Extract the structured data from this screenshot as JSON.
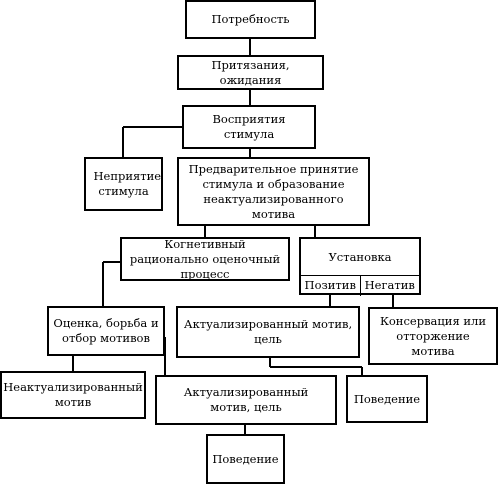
{
  "nodes": {
    "need": "Потребность",
    "claims": "Притязания, ожидания",
    "perception": "Восприятия стимула",
    "non_perception": "Неприятие стимула",
    "prelim": "Предварительное принятие стимула и образование неактуализированного мотива",
    "cognitive": "Когнетивный рационально оценочный процесс",
    "attitude": "Установка",
    "positive": "Позитив",
    "negative": "Негатив",
    "evaluation": "Оценка, борьба и отбор мотивов",
    "actual_motive_right": "Актуализированный мотив, цель",
    "conservation": "Консервация или отторжение мотива",
    "non_actual_motive": "Неактуализированный мотив",
    "actual_motive_center": "Актуализированный мотив, цель",
    "behavior_right": "Поведение",
    "behavior_bottom": "Поведение"
  }
}
